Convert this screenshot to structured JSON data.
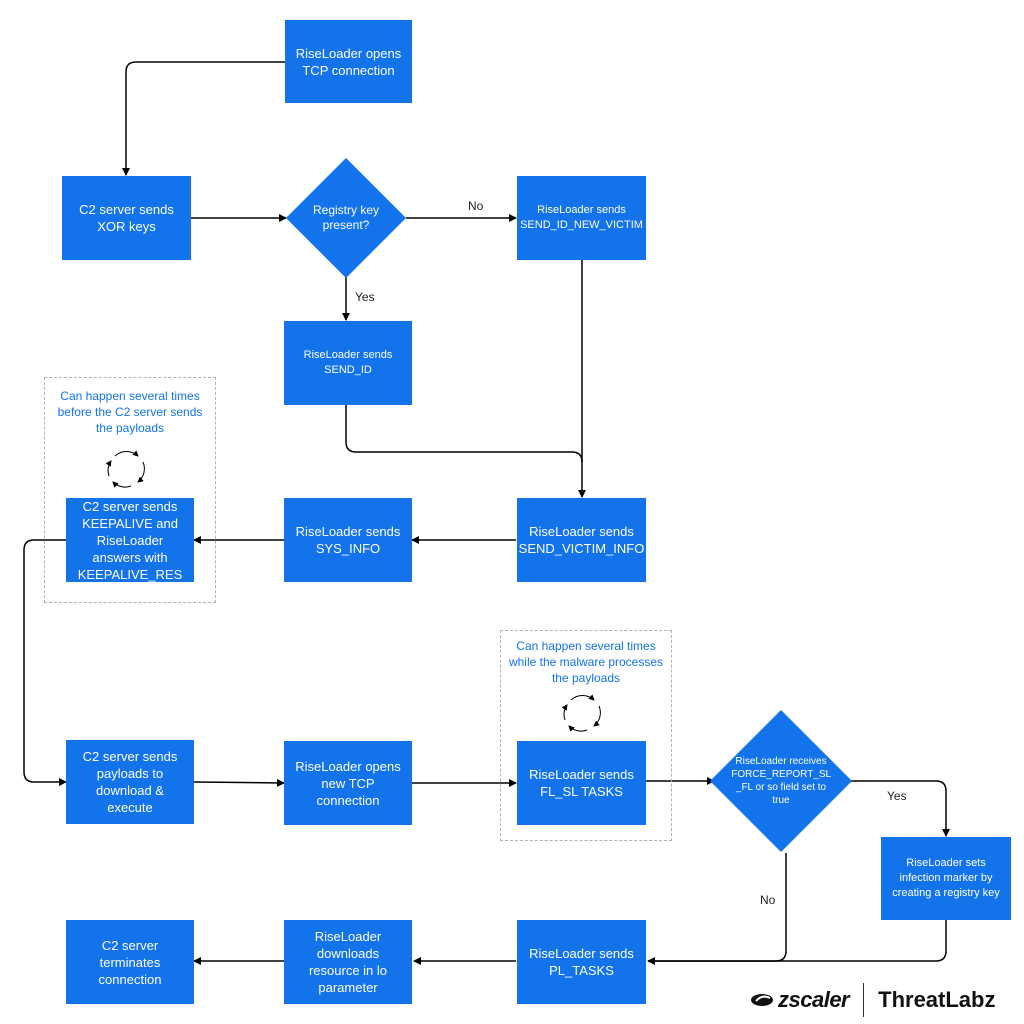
{
  "nodes": {
    "open_tcp": "RiseLoader opens TCP connection",
    "xor_keys": "C2 server sends XOR keys",
    "registry_decision": "Registry key present?",
    "send_id_new": "RiseLoader sends SEND_ID_NEW_VICTIM",
    "send_id": "RiseLoader sends SEND_ID",
    "send_victim_info": "RiseLoader sends SEND_VICTIM_INFO",
    "sys_info": "RiseLoader sends SYS_INFO",
    "keepalive": "C2 server sends KEEPALIVE and RiseLoader answers with KEEPALIVE_RES",
    "payloads": "C2 server sends payloads to download & execute",
    "new_tcp": "RiseLoader opens new TCP connection",
    "flsl_tasks": "RiseLoader sends FL_SL TASKS",
    "force_decision": "RiseLoader receives FORCE_REPORT_SL _FL or so field set to true",
    "set_marker": "RiseLoader sets infection marker by creating a registry key",
    "pl_tasks": "RiseLoader sends PL_TASKS",
    "downloads": "RiseLoader downloads resource in lo parameter",
    "terminates": "C2 server terminates connection"
  },
  "edge_labels": {
    "no_1": "No",
    "yes_1": "Yes",
    "yes_2": "Yes",
    "no_2": "No"
  },
  "notes": {
    "keepalive_note": "Can happen several times before the C2 server sends the payloads",
    "flsl_note": "Can happen several times while the malware processes the payloads"
  },
  "colors": {
    "box": "#1273eb",
    "note_text": "#1273eb",
    "arrow": "#000000",
    "dashed_border": "#b0b0b0"
  },
  "footer": {
    "zscaler": "zscaler",
    "threatlabz": "ThreatLabz"
  }
}
